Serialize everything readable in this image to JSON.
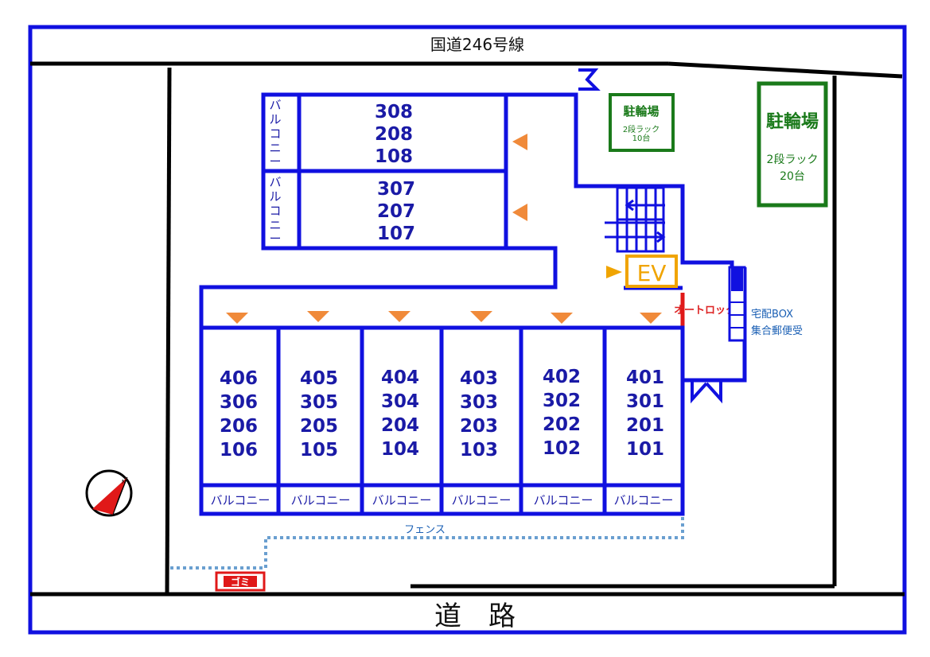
{
  "colors": {
    "wall": "#1010e0",
    "line": "#000000",
    "arrow": "#f08a3a",
    "green": "#1a7a1a",
    "ev": "#f0a400",
    "red": "#e01818",
    "fence": "#6a9fd0"
  },
  "roads": {
    "top": "国道246号線",
    "bottom": "道　路"
  },
  "north_wing": [
    {
      "rooms": [
        "308",
        "208",
        "108"
      ],
      "balcony": "バルコニー"
    },
    {
      "rooms": [
        "307",
        "207",
        "107"
      ],
      "balcony": "バルコニー"
    }
  ],
  "south_wing": [
    {
      "rooms": [
        "406",
        "306",
        "206",
        "106"
      ],
      "balcony": "バルコニー"
    },
    {
      "rooms": [
        "405",
        "305",
        "205",
        "105"
      ],
      "balcony": "バルコニー"
    },
    {
      "rooms": [
        "404",
        "304",
        "204",
        "104"
      ],
      "balcony": "バルコニー"
    },
    {
      "rooms": [
        "403",
        "303",
        "203",
        "103"
      ],
      "balcony": "バルコニー"
    },
    {
      "rooms": [
        "402",
        "302",
        "202",
        "102"
      ],
      "balcony": "バルコニー"
    },
    {
      "rooms": [
        "401",
        "301",
        "201",
        "101"
      ],
      "balcony": "バルコニー"
    }
  ],
  "bike_parking_small": {
    "title": "駐輪場",
    "sub1": "2段ラック",
    "sub2": "10台"
  },
  "bike_parking_large": {
    "title": "駐輪場",
    "sub1": "2段ラック",
    "sub2": "20台"
  },
  "ev": "EV",
  "autolock": "オートロック",
  "delivery_box": {
    "line1": "宅配BOX",
    "line2": "集合郵便受"
  },
  "fence": "フェンス",
  "garbage": "ゴミ",
  "compass_icon": "north-arrow-compass"
}
